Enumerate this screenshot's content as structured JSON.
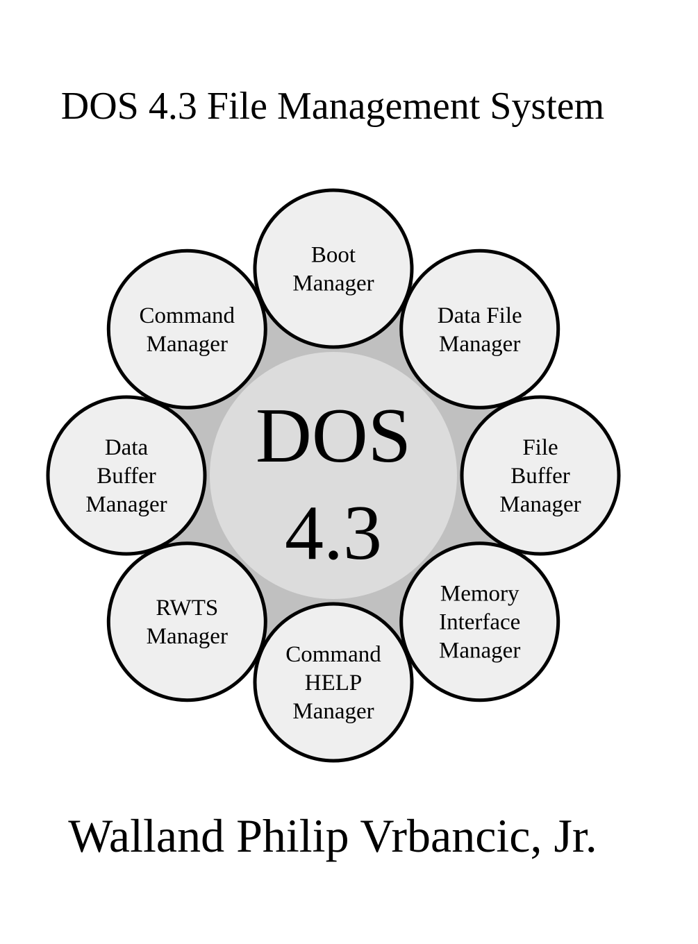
{
  "title": "DOS 4.3 File Management System",
  "author": "Walland Philip Vrbancic, Jr.",
  "colors": {
    "node_fill": "#efefef",
    "ring_fill": "#c0c0c0",
    "hub_fill": "#dcdcdc",
    "stroke": "#000000"
  },
  "diagram": {
    "center": {
      "lines": [
        "DOS",
        "4.3"
      ]
    },
    "nodes": [
      {
        "id": "boot",
        "lines": [
          "Boot",
          "Manager"
        ]
      },
      {
        "id": "data-file",
        "lines": [
          "Data File",
          "Manager"
        ]
      },
      {
        "id": "file-buffer",
        "lines": [
          "File",
          "Buffer",
          "Manager"
        ]
      },
      {
        "id": "memory-interface",
        "lines": [
          "Memory",
          "Interface",
          "Manager"
        ]
      },
      {
        "id": "command-help",
        "lines": [
          "Command",
          "HELP",
          "Manager"
        ]
      },
      {
        "id": "rwts",
        "lines": [
          "RWTS",
          "Manager"
        ]
      },
      {
        "id": "data-buffer",
        "lines": [
          "Data",
          "Buffer",
          "Manager"
        ]
      },
      {
        "id": "command",
        "lines": [
          "Command",
          "Manager"
        ]
      }
    ]
  }
}
